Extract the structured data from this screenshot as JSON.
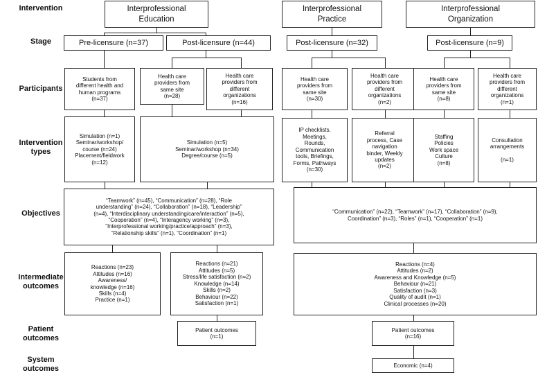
{
  "row_labels": {
    "intervention": "Intervention",
    "stage": "Stage",
    "participants": "Participants",
    "intervention_types": "Intervention\ntypes",
    "objectives": "Objectives",
    "intermediate_outcomes": "Intermediate\noutcomes",
    "patient_outcomes": "Patient\noutcomes",
    "system_outcomes": "System\noutcomes"
  },
  "interventions": {
    "ipe": "Interprofessional\nEducation",
    "ipp": "Interprofessional\nPractice",
    "ipo": "Interprofessional\nOrganization"
  },
  "stages": {
    "ipe_pre": "Pre-licensure (n=37)",
    "ipe_post": "Post-licensure (n=44)",
    "ipp_post": "Post-licensure (n=32)",
    "ipo_post": "Post-licensure (n=9)"
  },
  "participants": {
    "ipe_pre": "Students from\ndifferent health and\nhuman programs\n(n=37)",
    "ipe_same": "Health care\nproviders from\nsame site\n(n=28)",
    "ipe_diff": "Health care\nproviders from\ndifferent\norganizations\n(n=16)",
    "ipp_same": "Health care\nproviders from\nsame site\n(n=30)",
    "ipp_diff": "Health care\nproviders from\ndifferent\norganizations\n(n=2)",
    "ipo_same": "Health care\nproviders from\nsame site\n(n=8)",
    "ipo_diff": "Health care\nproviders from\ndifferent\norganizations\n(n=1)"
  },
  "intervention_types": {
    "ipe_pre": "Simulation (n=1)\nSeminar/workshop/\ncourse (n=24)\nPlacement/fieldwork\n(n=12)",
    "ipe_post": "Simulation (n=5)\nSeminar/workshop (n=34)\nDegree/course (n=5)",
    "ipp_same": "IP checklists,\nMeetings,\nRounds,\nCommunication\ntools, Briefings,\nForms, Pathways\n(n=30)",
    "ipp_diff": "Referral\nprocess, Case\nnavigation\nbinder, Weekly\nupdates\n(n=2)",
    "ipo_same": "Staffing\nPolicies\nWork space\nCulture\n(n=8)",
    "ipo_diff": "Consultation\narrangements\n\n(n=1)"
  },
  "objectives": {
    "ipe": "“Teamwork” (n=45), “Communication” (n=28), “Role\nunderstanding” (n=24), “Collaboration” (n=18), “Leadership”\n(n=4), “Interdisciplinary understanding/care/interaction” (n=5),\n“Cooperation” (n=4), “Interagency working” (n=3),\n“Interprofessional working/practice/approach” (n=3),\n“Relationship skills” (n=1), “Coordination” (n=1)",
    "ipp_ipo": "“Communication” (n=22), “Teamwork” (n=17), “Collaboration” (n=9),\nCoordination” (n=3), “Roles” (n=1), “Cooperation” (n=1)"
  },
  "intermediate_outcomes": {
    "ipe_pre": "Reactions (n=23)\nAttitudes (n=16)\nAwareness/\nknowledge (n=16)\nSkills (n=4)\nPractice (n=1)",
    "ipe_post": "Reactions (n=21)\nAttitudes (n=5)\nStress/life satisfaction (n=2)\nKnowledge (n=14)\nSkills (n=2)\nBehaviour (n=22)\nSatisfaction (n=1)",
    "ipp_ipo": "Reactions (n=4)\nAttitudes (n=2)\nAwareness and Knowledge (n=5)\nBehaviour (n=21)\nSatisfaction (n=3)\nQuality of audit (n=1)\nClinical processes (n=20)"
  },
  "patient_outcomes": {
    "ipe": "Patient outcomes\n(n=1)",
    "ipp_ipo": "Patient outcomes\n(n=16)"
  },
  "system_outcomes": {
    "ipp_ipo": "Economic (n=4)"
  }
}
